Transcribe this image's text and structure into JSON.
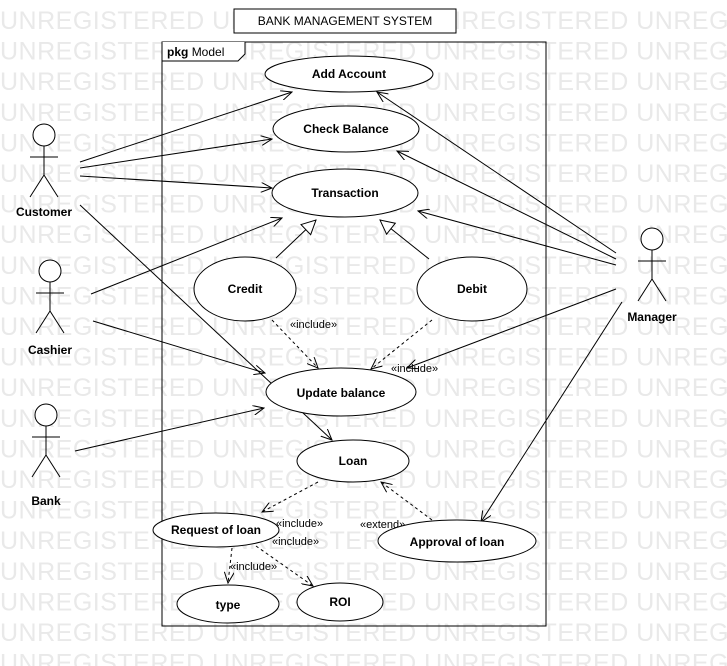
{
  "title": "BANK MANAGEMENT SYSTEM",
  "package": {
    "keyword": "pkg",
    "name": "Model"
  },
  "watermark": "UNREGISTERED",
  "actors": {
    "customer": "Customer",
    "cashier": "Cashier",
    "bank": "Bank",
    "manager": "Manager"
  },
  "use_cases": {
    "add_account": "Add Account",
    "check_balance": "Check Balance",
    "transaction": "Transaction",
    "credit": "Credit",
    "debit": "Debit",
    "update_balance": "Update balance",
    "loan": "Loan",
    "request_of_loan": "Request of loan",
    "approval_of_loan": "Approval of loan",
    "type": "type",
    "roi": "ROI"
  },
  "relations": {
    "include": "«include»",
    "extend": "«extend»"
  }
}
